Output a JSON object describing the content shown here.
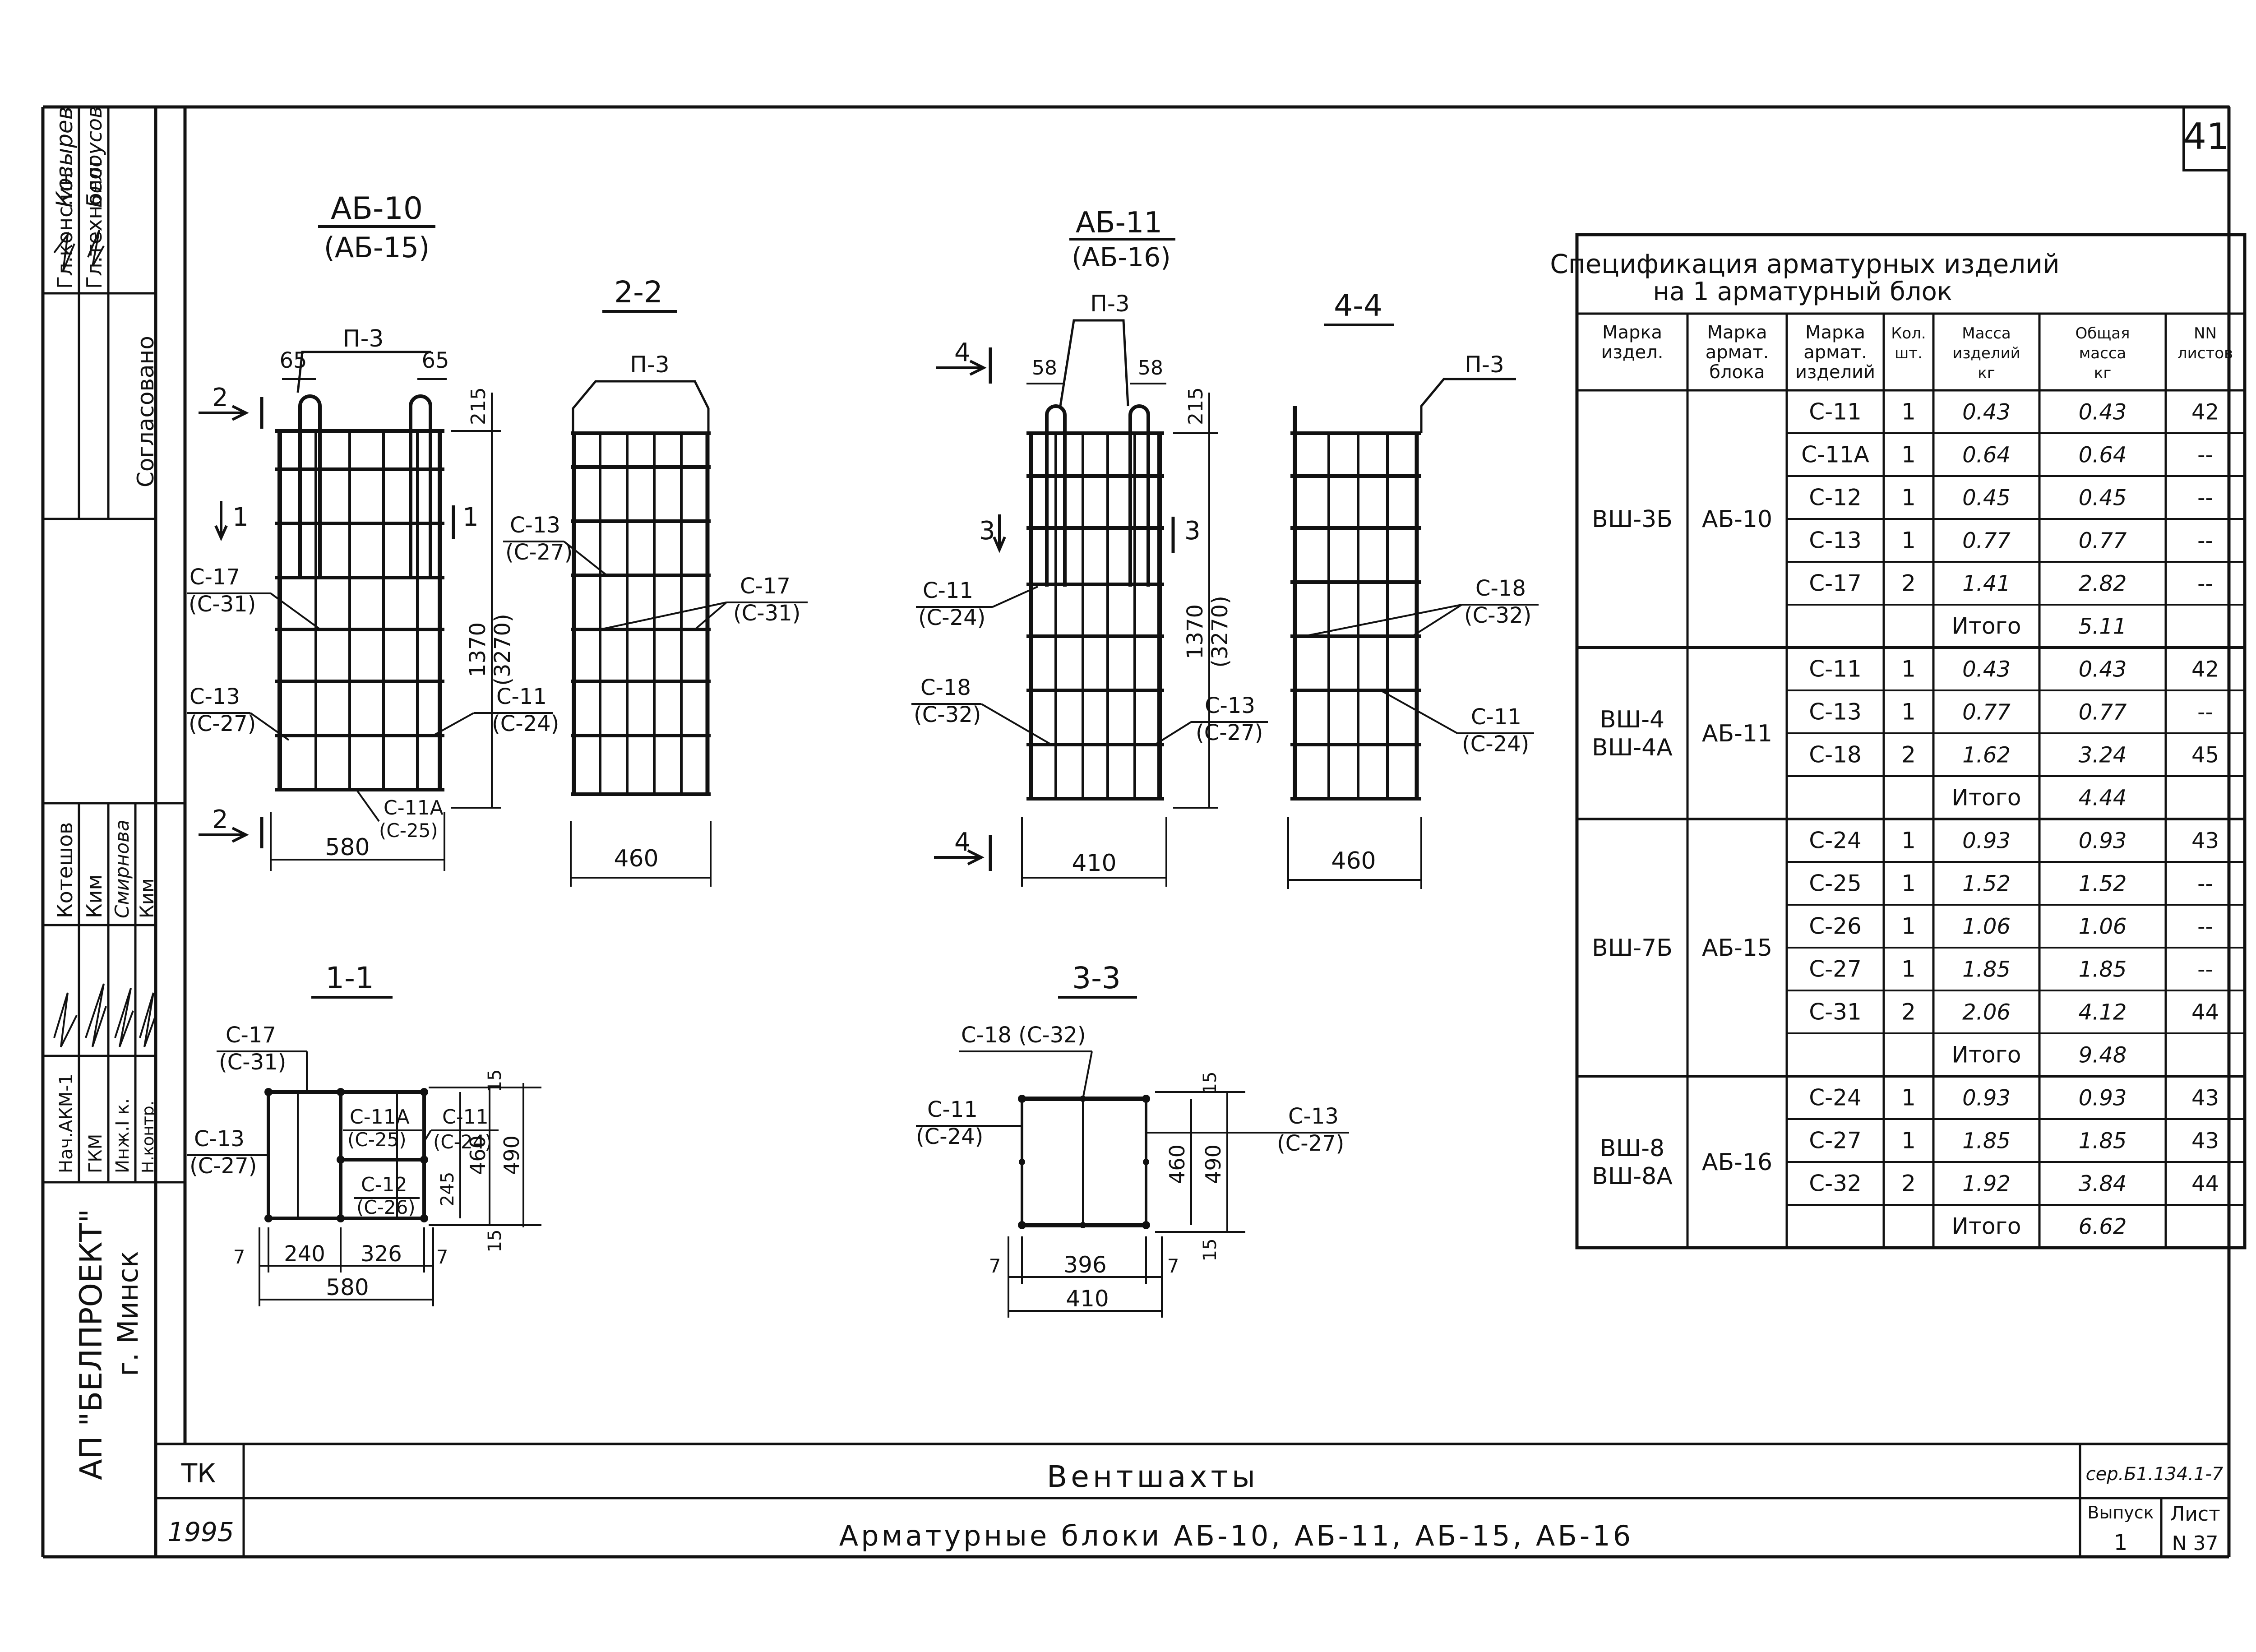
{
  "sheet_corner_number": "41",
  "side_stamp": {
    "soglasovano": "Согласовано",
    "names_top": [
      "Козырев",
      "Белоусов"
    ],
    "roles_top": [
      "Гл.конс.ин.",
      "Гл.технолог"
    ],
    "roles_bottom": [
      "Нач.АКМ-1",
      "ГКМ",
      "Инж.I к.",
      "Н.контр."
    ],
    "names_bottom": [
      "Котешов",
      "Ким",
      "Смирнова",
      "Ким"
    ],
    "org": "АП \"БЕЛПРОЕКТ\"",
    "city": "г. Минск"
  },
  "drawings": {
    "ab10": {
      "title": "АБ-10",
      "subtitle": "(АБ-15)",
      "p3": "П-3",
      "d65a": "65",
      "d65b": "65",
      "d215": "215",
      "d1370": "1370",
      "d3270": "(3270)",
      "d580": "580",
      "cut2": "2",
      "cut1": "1",
      "c17": "С-17",
      "c31": "(С-31)",
      "c13": "С-13",
      "c27": "(С-27)",
      "c11a": "С-11А",
      "c25": "(С-25)",
      "c11": "С-11",
      "c24": "(С-24)"
    },
    "s22": {
      "title": "2-2",
      "p3": "П-3",
      "c13": "С-13",
      "c27": "(С-27)",
      "c17": "С-17",
      "c31": "(С-31)",
      "d460": "460"
    },
    "ab11": {
      "title": "АБ-11",
      "subtitle": "(АБ-16)",
      "p3": "П-3",
      "d58a": "58",
      "d58b": "58",
      "d215": "215",
      "d1370": "1370",
      "d3270": "(3270)",
      "d410": "410",
      "cut4": "4",
      "cut3": "3",
      "c11": "С-11",
      "c24": "(С-24)",
      "c18": "С-18",
      "c32": "(С-32)",
      "c13": "С-13",
      "c27": "(С-27)"
    },
    "s44": {
      "title": "4-4",
      "p3": "П-3",
      "c18": "С-18",
      "c32": "(С-32)",
      "c11": "С-11",
      "c24": "(С-24)",
      "d460": "460"
    },
    "s11": {
      "title": "1-1",
      "c17": "С-17",
      "c31": "(С-31)",
      "c13": "С-13",
      "c27": "(С-27)",
      "c11a": "С-11А",
      "c25": "(С-25)",
      "c12": "С-12",
      "c26": "(С-26)",
      "c11": "С-11",
      "c24": "(С-24)",
      "d15a": "15",
      "d460": "460",
      "d490": "490",
      "d245": "245",
      "d15b": "15",
      "d7a": "7",
      "d240": "240",
      "d326": "326",
      "d7b": "7",
      "d580": "580"
    },
    "s33": {
      "title": "3-3",
      "c18": "С-18 (С-32)",
      "c11": "С-11",
      "c24": "(С-24)",
      "c13": "С-13",
      "c27": "(С-27)",
      "d15a": "15",
      "d460": "460",
      "d490": "490",
      "d15b": "15",
      "d7a": "7",
      "d396": "396",
      "d7b": "7",
      "d410": "410"
    }
  },
  "spec": {
    "title1": "Спецификация арматурных изделий",
    "title2": "на 1 арматурный блок",
    "headers": [
      "Марка издел.",
      "Марка армат. блока",
      "Марка армат. изделий",
      "Кол. шт.",
      "Масса изделий кг",
      "Общая масса кг",
      "NN листов"
    ],
    "groups": [
      {
        "izdel": [
          "ВШ-3Б"
        ],
        "blok": "АБ-10",
        "rows": [
          [
            "С-11",
            "1",
            "0.43",
            "0.43",
            "42"
          ],
          [
            "С-11А",
            "1",
            "0.64",
            "0.64",
            "--"
          ],
          [
            "С-12",
            "1",
            "0.45",
            "0.45",
            "--"
          ],
          [
            "С-13",
            "1",
            "0.77",
            "0.77",
            "--"
          ],
          [
            "С-17",
            "2",
            "1.41",
            "2.82",
            "--"
          ]
        ],
        "itogo": "Итого",
        "total": "5.11"
      },
      {
        "izdel": [
          "ВШ-4",
          "ВШ-4А"
        ],
        "blok": "АБ-11",
        "rows": [
          [
            "С-11",
            "1",
            "0.43",
            "0.43",
            "42"
          ],
          [
            "С-13",
            "1",
            "0.77",
            "0.77",
            "--"
          ],
          [
            "С-18",
            "2",
            "1.62",
            "3.24",
            "45"
          ]
        ],
        "itogo": "Итого",
        "total": "4.44"
      },
      {
        "izdel": [
          "ВШ-7Б"
        ],
        "blok": "АБ-15",
        "rows": [
          [
            "С-24",
            "1",
            "0.93",
            "0.93",
            "43"
          ],
          [
            "С-25",
            "1",
            "1.52",
            "1.52",
            "--"
          ],
          [
            "С-26",
            "1",
            "1.06",
            "1.06",
            "--"
          ],
          [
            "С-27",
            "1",
            "1.85",
            "1.85",
            "--"
          ],
          [
            "С-31",
            "2",
            "2.06",
            "4.12",
            "44"
          ]
        ],
        "itogo": "Итого",
        "total": "9.48"
      },
      {
        "izdel": [
          "ВШ-8",
          "ВШ-8А"
        ],
        "blok": "АБ-16",
        "rows": [
          [
            "С-24",
            "1",
            "0.93",
            "0.93",
            "43"
          ],
          [
            "С-27",
            "1",
            "1.85",
            "1.85",
            "43"
          ],
          [
            "С-32",
            "2",
            "1.92",
            "3.84",
            "44"
          ]
        ],
        "itogo": "Итого",
        "total": "6.62"
      }
    ]
  },
  "title_block": {
    "tk": "ТК",
    "year": "1995",
    "main_title": "Вентшахты",
    "subtitle": "Арматурные блоки АБ-10, АБ-11, АБ-15, АБ-16",
    "series": "сер.Б1.134.1-7",
    "vypusk_label": "Выпуск",
    "vypusk": "1",
    "list_label": "Лист",
    "list_no": "N 37"
  }
}
